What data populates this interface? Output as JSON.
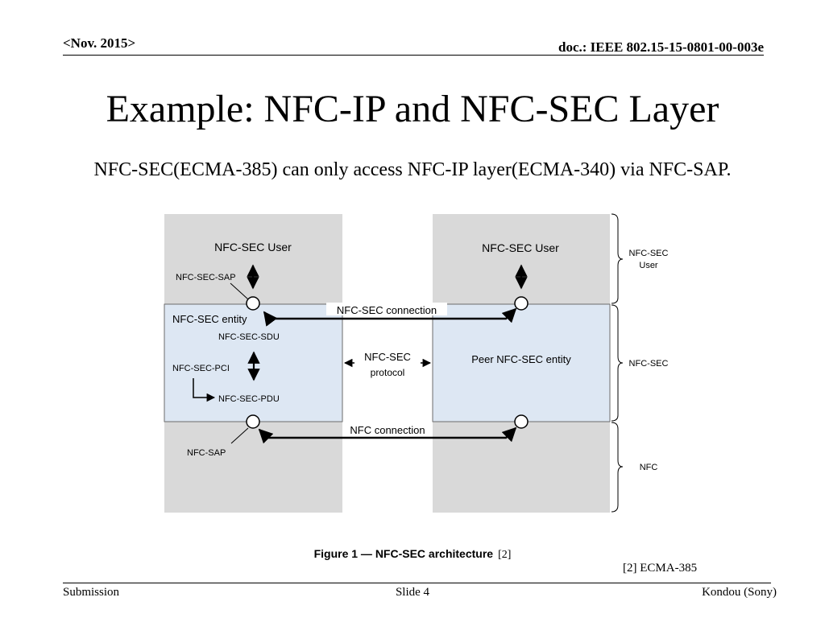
{
  "header": {
    "date": "<Nov. 2015>",
    "doc_id": "doc.: IEEE 802.15-15-0801-00-003e"
  },
  "slide": {
    "title": "Example: NFC-IP and NFC-SEC Layer",
    "subtitle": "NFC-SEC(ECMA-385) can only access NFC-IP layer(ECMA-340) via NFC-SAP."
  },
  "diagram": {
    "left_user": "NFC-SEC User",
    "right_user": "NFC-SEC User",
    "sec_sap": "NFC-SEC-SAP",
    "sec_entity": "NFC-SEC entity",
    "sec_sdu": "NFC-SEC-SDU",
    "sec_pci": "NFC-SEC-PCI",
    "sec_pdu": "NFC-SEC-PDU",
    "nfc_sap": "NFC-SAP",
    "sec_connection": "NFC-SEC connection",
    "protocol_line1": "NFC-SEC",
    "protocol_line2": "protocol",
    "nfc_connection": "NFC connection",
    "peer_entity": "Peer NFC-SEC entity",
    "layer_user_line1": "NFC-SEC",
    "layer_user_line2": "User",
    "layer_sec": "NFC-SEC",
    "layer_nfc": "NFC",
    "colors": {
      "gray_column": "#d9d9d9",
      "entity_fill": "#dde7f3",
      "stroke": "#000000"
    }
  },
  "figure": {
    "caption_label": "Figure 1 — NFC-SEC architecture",
    "caption_ref": "[2]"
  },
  "reference": "[2] ECMA-385",
  "footer": {
    "left": "Submission",
    "center": "Slide 4",
    "right": "Kondou (Sony)"
  }
}
